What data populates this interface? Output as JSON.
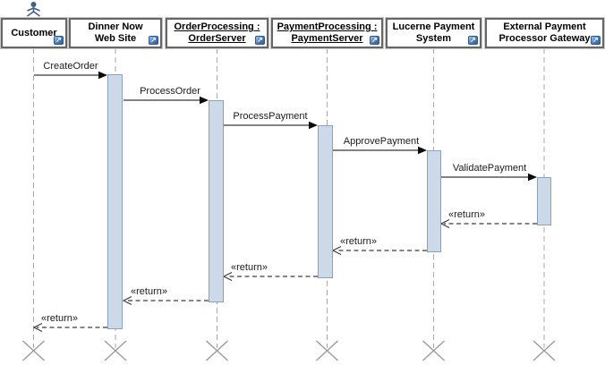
{
  "diagram": {
    "kind": "UML sequence diagram",
    "navigate_icon_glyph": "↗",
    "lifelines": [
      {
        "full_name": "Customer",
        "lines": [
          "Customer"
        ],
        "has_actor": true
      },
      {
        "full_name": "Dinner Now Web Site",
        "lines": [
          "Dinner Now",
          "Web Site"
        ]
      },
      {
        "full_name": "OrderProcessing : OrderServer",
        "lines": [
          "OrderProcessing :",
          "OrderServer"
        ],
        "underlined": true
      },
      {
        "full_name": "PaymentProcessing : PaymentServer",
        "lines": [
          "PaymentProcessing :",
          "PaymentServer"
        ],
        "underlined": true
      },
      {
        "full_name": "Lucerne Payment System",
        "lines": [
          "Lucerne Payment",
          "System"
        ]
      },
      {
        "full_name": "External Payment Processor Gateway",
        "lines": [
          "External Payment",
          "Processor Gateway"
        ]
      }
    ],
    "messages": [
      {
        "label": "CreateOrder",
        "kind": "call",
        "from": "Customer",
        "to": "Dinner Now Web Site"
      },
      {
        "label": "ProcessOrder",
        "kind": "call",
        "from": "Dinner Now Web Site",
        "to": "OrderProcessing : OrderServer"
      },
      {
        "label": "ProcessPayment",
        "kind": "call",
        "from": "OrderProcessing : OrderServer",
        "to": "PaymentProcessing : PaymentServer"
      },
      {
        "label": "ApprovePayment",
        "kind": "call",
        "from": "PaymentProcessing : PaymentServer",
        "to": "Lucerne Payment System"
      },
      {
        "label": "ValidatePayment",
        "kind": "call",
        "from": "Lucerne Payment System",
        "to": "External Payment Processor Gateway"
      },
      {
        "label": "«return»",
        "kind": "return",
        "from": "External Payment Processor Gateway",
        "to": "Lucerne Payment System"
      },
      {
        "label": "«return»",
        "kind": "return",
        "from": "Lucerne Payment System",
        "to": "PaymentProcessing : PaymentServer"
      },
      {
        "label": "«return»",
        "kind": "return",
        "from": "PaymentProcessing : PaymentServer",
        "to": "OrderProcessing : OrderServer"
      },
      {
        "label": "«return»",
        "kind": "return",
        "from": "OrderProcessing : OrderServer",
        "to": "Dinner Now Web Site"
      },
      {
        "label": "«return»",
        "kind": "return",
        "from": "Dinner Now Web Site",
        "to": "Customer"
      }
    ],
    "colors": {
      "activation_fill": "#ccd9e8",
      "activation_border": "#8aa1bb",
      "lifeline_dash": "#a8a8a8",
      "box_border": "#666666",
      "message_line": "#383838",
      "actor_blue": "#3f5f88",
      "icon_blue": "#2d5d9e"
    }
  }
}
